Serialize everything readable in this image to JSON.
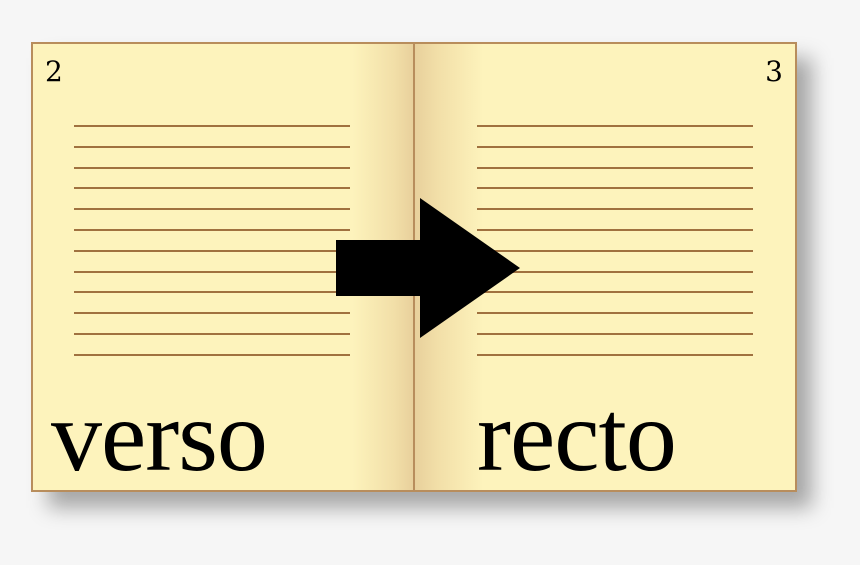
{
  "book": {
    "left_page": {
      "number": "2",
      "label": "verso",
      "line_count": 12
    },
    "right_page": {
      "number": "3",
      "label": "recto",
      "line_count": 12
    }
  },
  "colors": {
    "paper": "#fdf3bc",
    "border": "#b88d5c",
    "text_line": "#a0713f",
    "arrow": "#000000",
    "background": "#f6f6f6"
  },
  "icons": {
    "arrow": "arrow-right-icon"
  }
}
